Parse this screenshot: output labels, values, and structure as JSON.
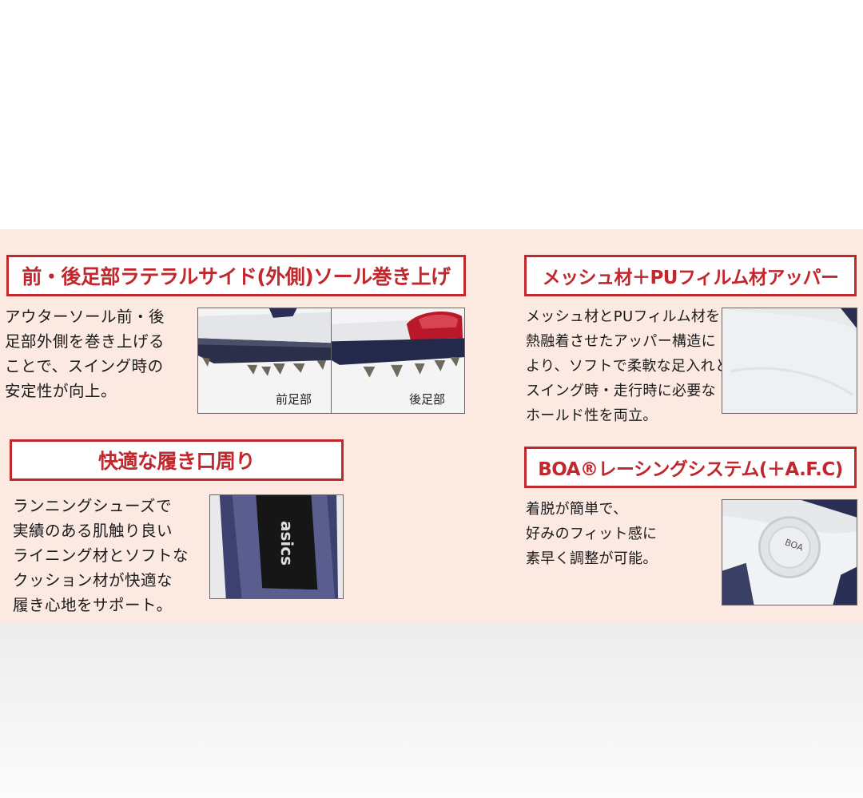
{
  "features": [
    {
      "heading": "前・後足部ラテラルサイド(外側)ソール巻き上げ",
      "description": "アウターソール前・後\n足部外側を巻き上げる\nことで、スイング時の\n安定性が向上。",
      "photo_labels": [
        "前足部",
        "後足部"
      ]
    },
    {
      "heading": "快適な履き口周り",
      "description": "ランニングシューズで\n実績のある肌触り良い\nライニング材とソフトな\nクッション材が快適な\n履き心地をサポート。",
      "photo_brand_text": "asics"
    },
    {
      "heading": "メッシュ材＋PUフィルム材アッパー",
      "description": "メッシュ材とPUフィルム材を\n熱融着させたアッパー構造に\nより、ソフトで柔軟な足入れと、\nスイング時・走行時に必要な\nホールド性を両立。"
    },
    {
      "heading": "BOA®レーシングシステム(＋A.F.C)",
      "description": "着脱が簡単で、\n好みのフィット感に\n素早く調整が可能。",
      "photo_brand_text": "BOA"
    }
  ],
  "colors": {
    "accent_red": "#c0282d",
    "panel_background": "#fbe9e2"
  }
}
